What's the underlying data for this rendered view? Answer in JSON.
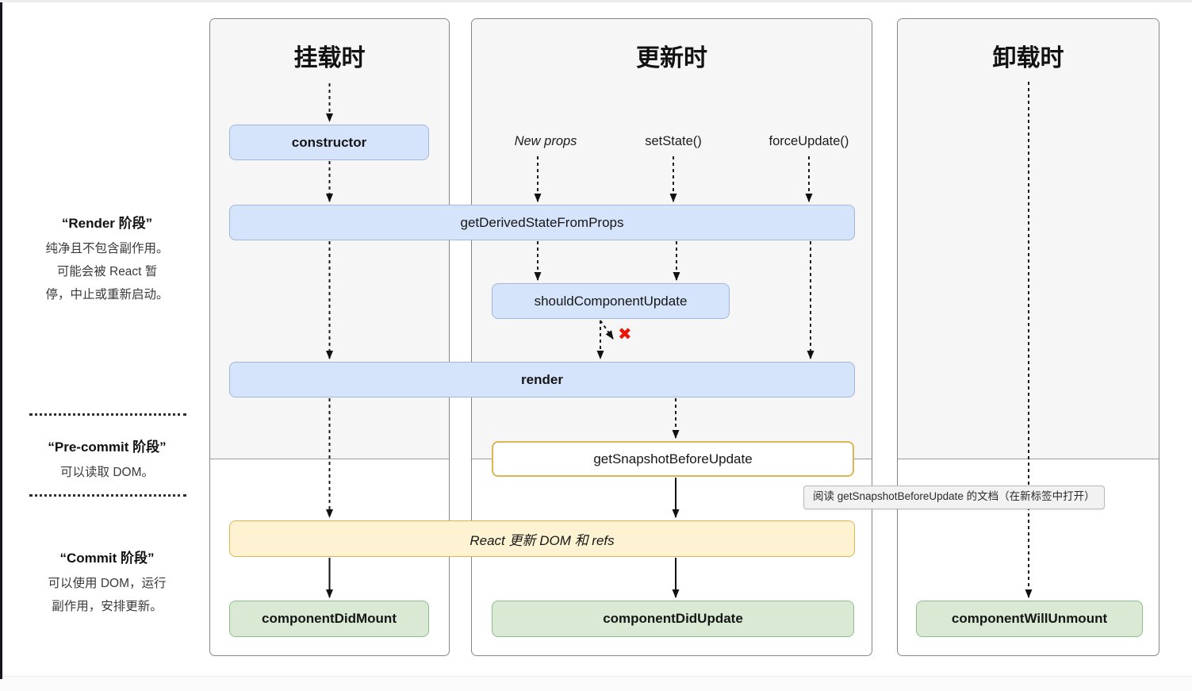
{
  "columns": [
    {
      "title": "挂载时"
    },
    {
      "title": "更新时"
    },
    {
      "title": "卸载时"
    }
  ],
  "phases": {
    "render": {
      "title": "“Render 阶段”",
      "lines": [
        "纯净且不包含副作用。",
        "可能会被 React 暂",
        "停，中止或重新启动。"
      ]
    },
    "pre_commit": {
      "title": "“Pre-commit 阶段”",
      "lines": [
        "可以读取 DOM。"
      ]
    },
    "commit": {
      "title": "“Commit 阶段”",
      "lines": [
        "可以使用 DOM，运行",
        "副作用，安排更新。"
      ]
    }
  },
  "triggers": {
    "new_props": "New props",
    "set_state": "setState()",
    "force_update": "forceUpdate()"
  },
  "methods": {
    "constructor_label": "constructor",
    "get_derived_state_from_props": "getDerivedStateFromProps",
    "should_component_update": "shouldComponentUpdate",
    "render": "render",
    "get_snapshot_before_update": "getSnapshotBeforeUpdate",
    "react_updates_dom": "React 更新 DOM 和 refs",
    "component_did_mount": "componentDidMount",
    "component_did_update": "componentDidUpdate",
    "component_will_unmount": "componentWillUnmount"
  },
  "annotations": {
    "skip_mark": "✖"
  },
  "tooltip": {
    "text": "阅读 getSnapshotBeforeUpdate 的文档（在新标签中打开）"
  },
  "colors": {
    "box_blue_fill": "#d6e4fb",
    "box_blue_border": "#a2b6d8",
    "box_green_fill": "#d9e9d4",
    "box_green_border": "#8ebe8a",
    "box_yellow_fill": "#fdf3d2",
    "box_gold_border": "#dcb653",
    "panel_gray": "#f6f6f6",
    "skip_cross_red": "#ee1408"
  }
}
